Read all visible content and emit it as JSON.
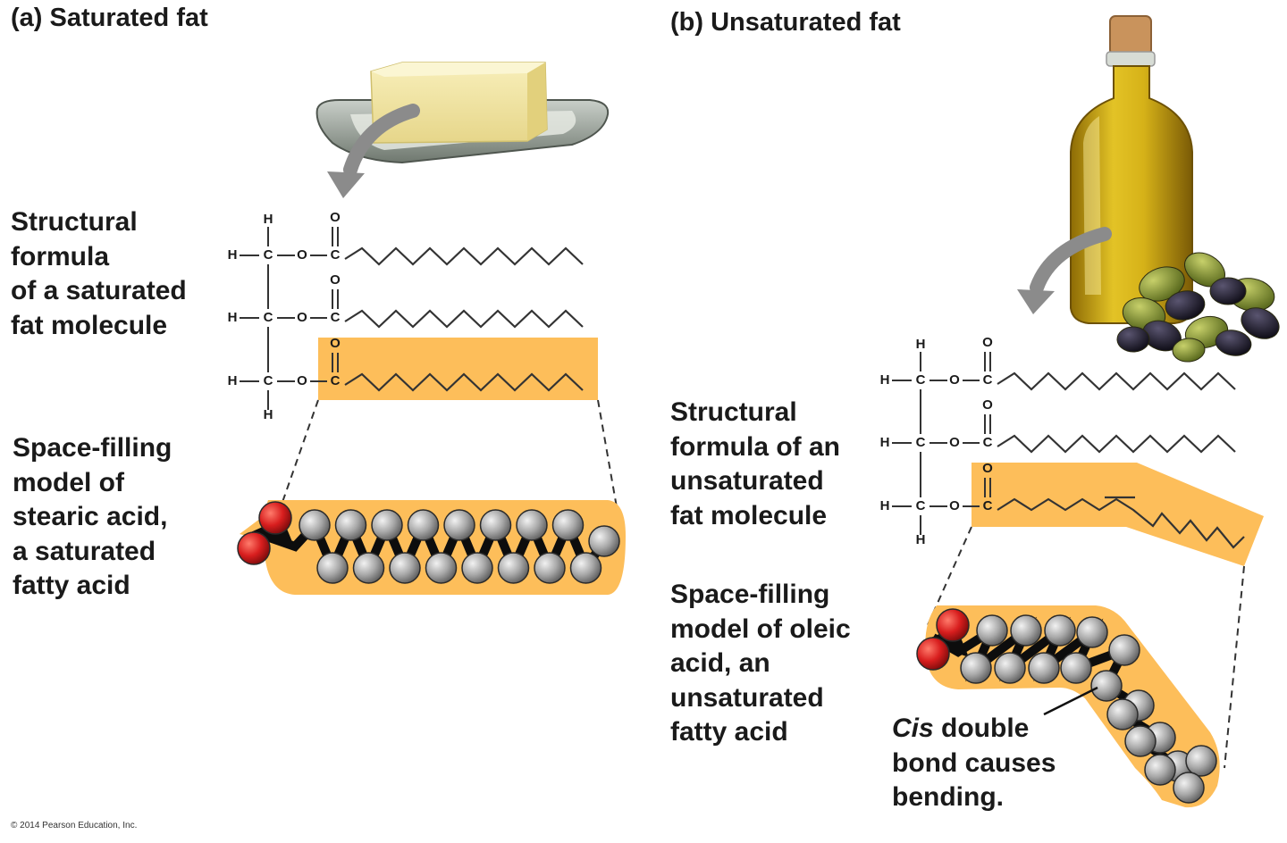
{
  "panel_a": {
    "title": "(a) Saturated fat",
    "structural_label": [
      "Structural",
      "formula",
      "of a saturated",
      "fat molecule"
    ],
    "model_label": [
      "Space-filling",
      "model of",
      "stearic acid,",
      "a saturated",
      "fatty acid"
    ]
  },
  "panel_b": {
    "title": "(b) Unsaturated fat",
    "structural_label": [
      "Structural",
      "formula of an",
      "unsaturated",
      "fat molecule"
    ],
    "model_label": [
      "Space-filling",
      "model of oleic",
      "acid, an",
      "unsaturated",
      "fatty acid"
    ],
    "cis_word": "Cis",
    "cis_rest": " double",
    "cis_lines": [
      "bond causes",
      "bending."
    ]
  },
  "atoms": {
    "H": "H",
    "C": "C",
    "O": "O"
  },
  "copyright": "© 2014 Pearson Education, Inc.",
  "colors": {
    "highlight": "#FDBE5A",
    "oxygen": "#D81E1E",
    "carbon": "#9A9A9A",
    "bond": "#111111",
    "butter": "#F3E7A5",
    "oil": "#C9A619",
    "olive_green": "#7E9128",
    "olive_black": "#1E1B2A"
  }
}
